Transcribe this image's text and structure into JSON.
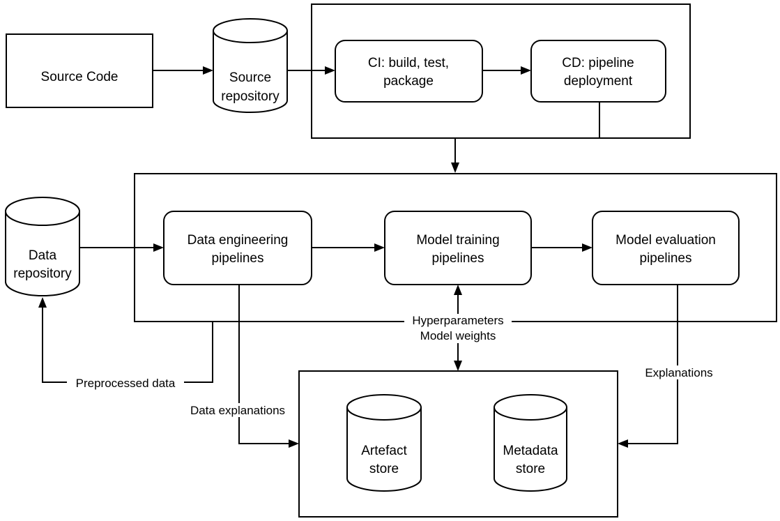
{
  "nodes": {
    "source_code": {
      "lines": [
        "Source Code"
      ]
    },
    "source_repository": {
      "lines": [
        "Source",
        "repository"
      ]
    },
    "ci": {
      "lines": [
        "CI: build, test,",
        "package"
      ]
    },
    "cd": {
      "lines": [
        "CD: pipeline",
        "deployment"
      ]
    },
    "data_repository": {
      "lines": [
        "Data",
        "repository"
      ]
    },
    "data_engineering": {
      "lines": [
        "Data engineering",
        "pipelines"
      ]
    },
    "model_training": {
      "lines": [
        "Model training",
        "pipelines"
      ]
    },
    "model_evaluation": {
      "lines": [
        "Model evaluation",
        "pipelines"
      ]
    },
    "artefact_store": {
      "lines": [
        "Artefact",
        "store"
      ]
    },
    "metadata_store": {
      "lines": [
        "Metadata",
        "store"
      ]
    }
  },
  "edge_labels": {
    "preprocessed_data": "Preprocessed data",
    "data_explanations": "Data explanations",
    "hyperparameters": "Hyperparameters",
    "model_weights": "Model weights",
    "explanations": "Explanations"
  },
  "colors": {
    "stroke": "#000000",
    "fill": "#ffffff"
  }
}
